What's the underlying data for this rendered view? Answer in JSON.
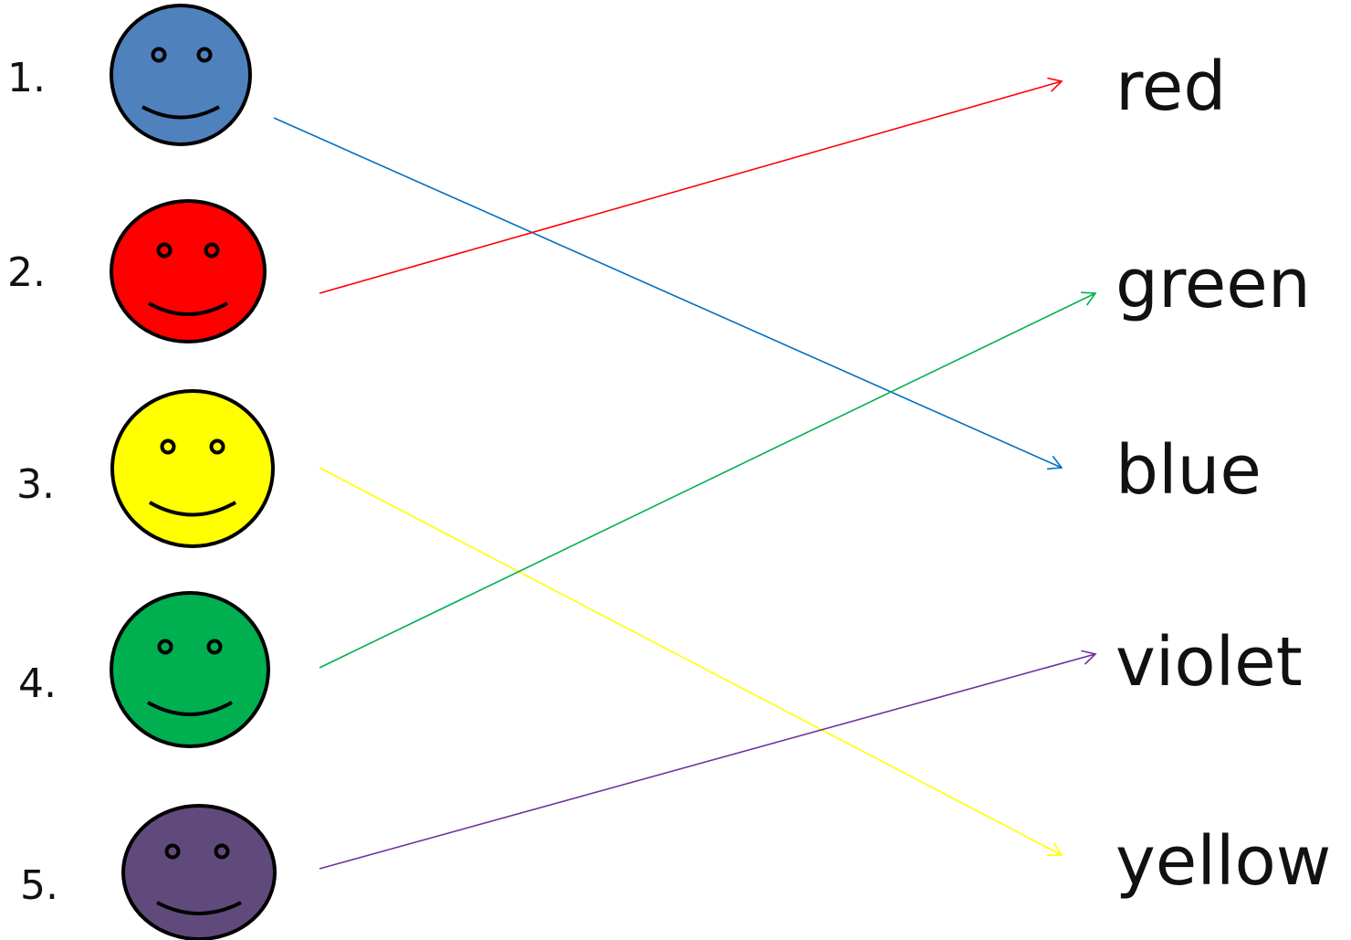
{
  "faces": [
    {
      "number": "1.",
      "color": "#4f81bd"
    },
    {
      "number": "2.",
      "color": "#ff0000"
    },
    {
      "number": "3.",
      "color": "#ffff00"
    },
    {
      "number": "4.",
      "color": "#00b050"
    },
    {
      "number": "5.",
      "color": "#604a7b"
    }
  ],
  "words": [
    "red",
    "green",
    "blue",
    "violet",
    "yellow"
  ],
  "connections": [
    {
      "from_face": 1,
      "to_word": "blue",
      "color": "#0070c0"
    },
    {
      "from_face": 2,
      "to_word": "red",
      "color": "#ff0000"
    },
    {
      "from_face": 3,
      "to_word": "yellow",
      "color": "#ffff00"
    },
    {
      "from_face": 4,
      "to_word": "green",
      "color": "#00b050"
    },
    {
      "from_face": 5,
      "to_word": "violet",
      "color": "#7030a0"
    }
  ]
}
